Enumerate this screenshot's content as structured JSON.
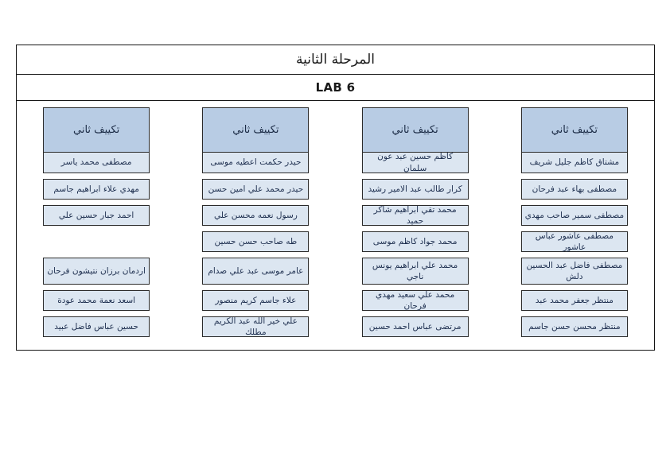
{
  "document": {
    "stage_title": "المرحلة الثانية",
    "lab_title": "LAB 6",
    "colors": {
      "header_fill": "#b8cce4",
      "cell_fill": "#dce6f1",
      "border": "#2b2b2b",
      "text": "#1f3050"
    }
  },
  "columns": [
    {
      "header": "تكييف ثاني",
      "names": [
        "مشتاق كاظم جليل شريف",
        "مصطفى بهاء عبد فرحان",
        "مصطفى سمير صاحب مهدي",
        "مصطفى عاشور عباس عاشور",
        "مصطفى فاضل عبد الحسين دلش",
        "منتظر جعفر محمد عبد",
        "منتظر محسن حسن جاسم"
      ]
    },
    {
      "header": "تكييف ثاني",
      "names": [
        "كاظم حسين عبد عون سلمان",
        "كرار طالب عبد الامير رشيد",
        "محمد تقي ابراهيم شاكر حميد",
        "محمد جواد كاظم موسى",
        "محمد علي ابراهيم يونس ناجي",
        "محمد علي سعيد مهدي فرحان",
        "مرتضى عباس احمد حسين"
      ]
    },
    {
      "header": "تكييف ثاني",
      "names": [
        "حيدر حكمت اعطيه موسى",
        "حيدر محمد علي امين حسن",
        "رسول نعمه محسن علي",
        "طه صاحب حسن حسين",
        "عامر موسى عبد علي صدام",
        "علاء جاسم كريم منصور",
        "علي خير الله عبد الكريم مطلك"
      ]
    },
    {
      "header": "تكييف ثاني",
      "names": [
        "مصطفى محمد ياسر",
        "مهدي علاء ابراهيم جاسم",
        "احمد جبار حسين علي",
        "",
        "اردمان برزان نتيشون فرحان",
        "اسعد نعمة محمد عودة",
        "حسين عباس فاضل عبيد"
      ]
    }
  ]
}
